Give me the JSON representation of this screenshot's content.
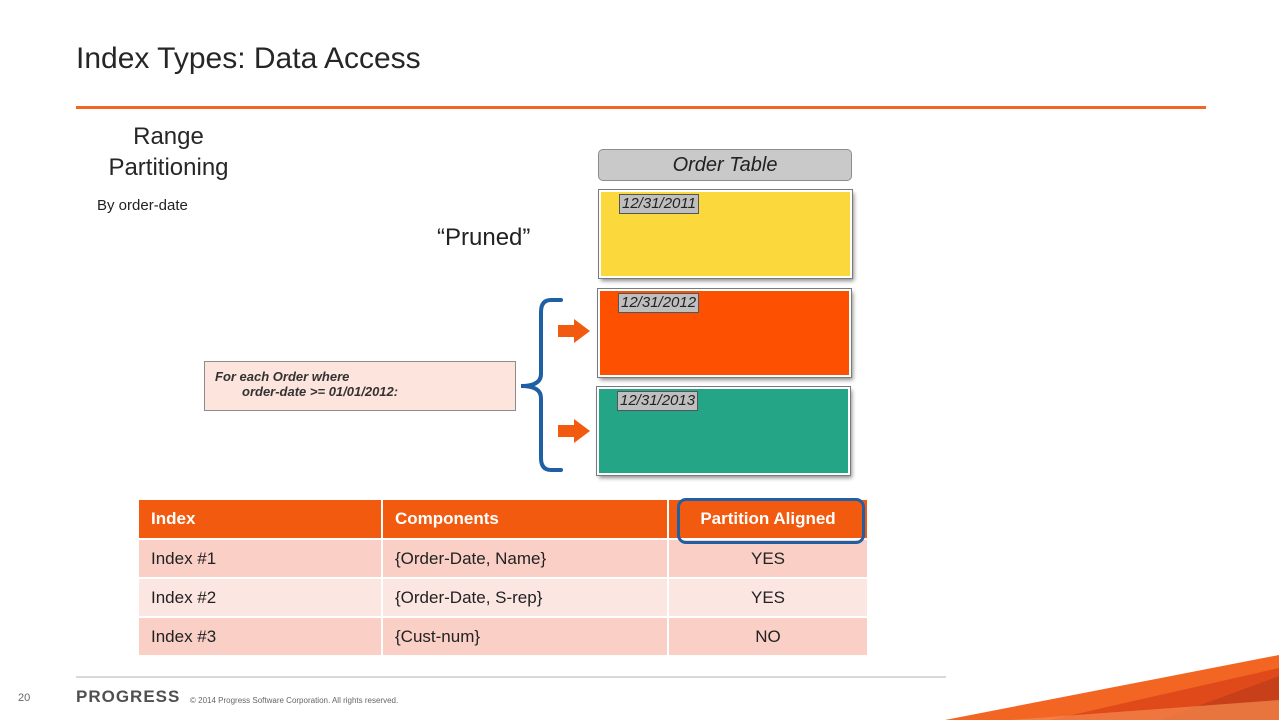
{
  "slide": {
    "title": "Index Types: Data Access",
    "heading": "Range Partitioning",
    "subheading": "By order-date",
    "pruned_label": "“Pruned”"
  },
  "order_table": {
    "header": "Order Table",
    "partitions": [
      {
        "label": "12/31/2011",
        "color": "#fbd93d"
      },
      {
        "label": "12/31/2012",
        "color": "#fd5000"
      },
      {
        "label": "12/31/2013",
        "color": "#23a586"
      }
    ]
  },
  "query": {
    "line1": "For each Order where",
    "line2": "order-date >= 01/01/2012:"
  },
  "index_table": {
    "headers": [
      "Index",
      "Components",
      "Partition Aligned"
    ],
    "rows": [
      [
        "Index #1",
        "{Order-Date, Name}",
        "YES"
      ],
      [
        "Index #2",
        "{Order-Date, S-rep}",
        "YES"
      ],
      [
        "Index #3",
        "{Cust-num}",
        "NO"
      ]
    ]
  },
  "footer": {
    "page_number": "20",
    "logo": "PROGRESS",
    "copyright": "© 2014 Progress Software Corporation. All rights reserved."
  },
  "colors": {
    "accent": "#f26522",
    "header_orange": "#f25a0f",
    "bracket_blue": "#1f5fa6",
    "arrow_orange": "#f25a0f"
  }
}
